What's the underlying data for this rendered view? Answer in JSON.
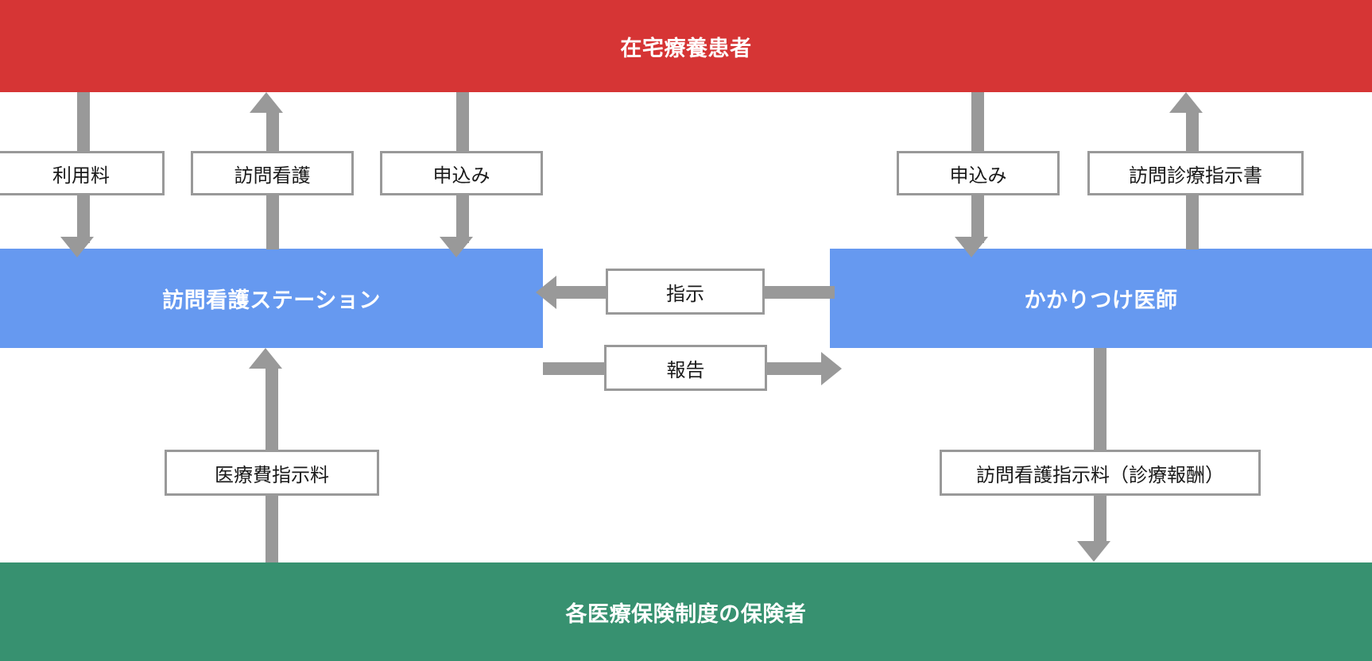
{
  "diagram": {
    "title_role_patient": "在宅療養患者",
    "role_station": "訪問看護ステーション",
    "role_doctor": "かかりつけ医師",
    "role_insurer": "各医療保険制度の保険者",
    "colors": {
      "patient_band": "#d63535",
      "station_band": "#6699f0",
      "doctor_band": "#6699f0",
      "insurer_band": "#379170",
      "arrow": "#999999",
      "label_border": "#999999",
      "label_text": "#1a1a1a",
      "band_text": "#ffffff",
      "background": "#ffffff"
    },
    "flows": [
      {
        "id": "usage-fee",
        "label": "利用料",
        "direction": "down",
        "from": "在宅療養患者",
        "to": "訪問看護ステーション"
      },
      {
        "id": "home-nursing",
        "label": "訪問看護",
        "direction": "up",
        "from": "訪問看護ステーション",
        "to": "在宅療養患者"
      },
      {
        "id": "application-left",
        "label": "申込み",
        "direction": "down",
        "from": "在宅療養患者",
        "to": "訪問看護ステーション"
      },
      {
        "id": "application-right",
        "label": "申込み",
        "direction": "down",
        "from": "在宅療養患者",
        "to": "かかりつけ医師"
      },
      {
        "id": "medical-order",
        "label": "訪問診療指示書",
        "direction": "up",
        "from": "かかりつけ医師",
        "to": "在宅療養患者"
      },
      {
        "id": "instruction",
        "label": "指示",
        "direction": "left",
        "from": "かかりつけ医師",
        "to": "訪問看護ステーション"
      },
      {
        "id": "report",
        "label": "報告",
        "direction": "right",
        "from": "訪問看護ステーション",
        "to": "かかりつけ医師"
      },
      {
        "id": "medical-fee-order",
        "label": "医療費指示料",
        "direction": "up",
        "from": "各医療保険制度の保険者",
        "to": "訪問看護ステーション"
      },
      {
        "id": "nursing-order-fee",
        "label": "訪問看護指示料（診療報酬）",
        "direction": "down",
        "from": "かかりつけ医師",
        "to": "各医療保険制度の保険者"
      }
    ]
  }
}
